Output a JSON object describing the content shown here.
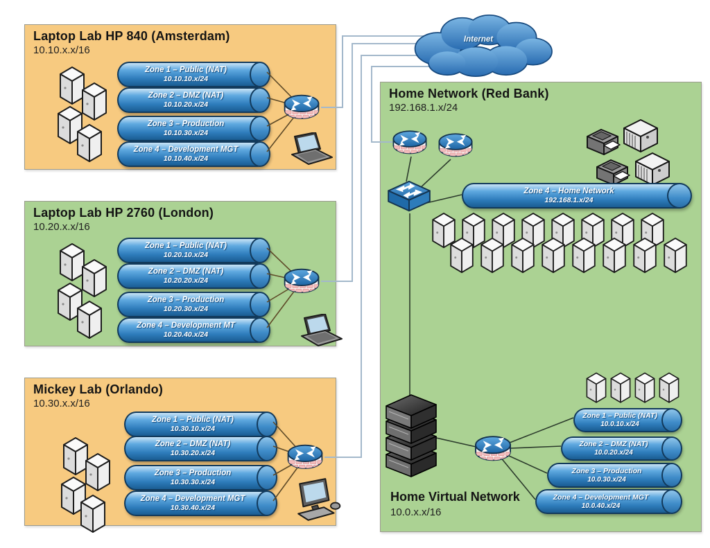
{
  "internet": {
    "label": "Internet"
  },
  "labs": [
    {
      "title": "Laptop Lab HP 840 (Amsterdam)",
      "subnet": "10.10.x.x/16",
      "box_color": "#f7ca80",
      "client_device": "laptop",
      "server_count": 4,
      "zones": [
        {
          "name": "Zone 1 – Public (NAT)",
          "subnet": "10.10.10.x/24"
        },
        {
          "name": "Zone 2 – DMZ (NAT)",
          "subnet": "10.10.20.x/24"
        },
        {
          "name": "Zone 3 – Production",
          "subnet": "10.10.30.x/24"
        },
        {
          "name": "Zone 4 – Development MGT",
          "subnet": "10.10.40.x/24"
        }
      ]
    },
    {
      "title": "Laptop Lab HP 2760 (London)",
      "subnet": "10.20.x.x/16",
      "box_color": "#abd293",
      "client_device": "laptop",
      "server_count": 4,
      "zones": [
        {
          "name": "Zone 1 – Public (NAT)",
          "subnet": "10.20.10.x/24"
        },
        {
          "name": "Zone 2 – DMZ (NAT)",
          "subnet": "10.20.20.x/24"
        },
        {
          "name": "Zone 3 – Production",
          "subnet": "10.20.30.x/24"
        },
        {
          "name": "Zone 4 – Development MT",
          "subnet": "10.20.40.x/24"
        }
      ]
    },
    {
      "title": "Mickey Lab (Orlando)",
      "subnet": "10.30.x.x/16",
      "box_color": "#f7ca80",
      "client_device": "desktop",
      "server_count": 4,
      "zones": [
        {
          "name": "Zone 1 – Public (NAT)",
          "subnet": "10.30.10.x/24"
        },
        {
          "name": "Zone 2 – DMZ (NAT)",
          "subnet": "10.30.20.x/24"
        },
        {
          "name": "Zone 3 – Production",
          "subnet": "10.30.30.x/24"
        },
        {
          "name": "Zone 4 – Development MGT",
          "subnet": "10.30.40.x/24"
        }
      ]
    }
  ],
  "home_network": {
    "title": "Home Network (Red Bank)",
    "subnet": "192.168.1.x/24",
    "box_color": "#abd293",
    "zone": {
      "name": "Zone 4 – Home Network",
      "subnet": "192.168.1.x/24"
    },
    "devices": {
      "routers": 2,
      "switches": 1,
      "printers": 2,
      "workstations": 2,
      "servers": 16
    }
  },
  "virtual_network": {
    "title": "Home Virtual Network",
    "subnet": "10.0.x.x/16",
    "devices": {
      "rack_units": 4,
      "routers": 1,
      "servers": 4
    },
    "zones": [
      {
        "name": "Zone 1 – Public (NAT)",
        "subnet": "10.0.10.x/24"
      },
      {
        "name": "Zone 2 – DMZ (NAT)",
        "subnet": "10.0.20.x/24"
      },
      {
        "name": "Zone 3 – Production",
        "subnet": "10.0.30.x/24"
      },
      {
        "name": "Zone 4 – Development MGT",
        "subnet": "10.0.40.x/24"
      }
    ]
  },
  "icons": {
    "router": "cylinder with crossed white arrows on blue top and pink brick body",
    "switch": "flat blue isometric box with white arrows",
    "tower-server": "light gray isometric tower",
    "rack-server": "stack of four dark rack units",
    "printer": "dark gray printer with paper sheet",
    "workstation": "light gray cube with vents",
    "laptop": "open laptop with blue screen",
    "desktop": "monitor, keyboard and mouse",
    "internet-cloud": "blue cloud"
  },
  "colors": {
    "lab_orange": "#f7ca80",
    "network_green": "#abd293",
    "cylinder_blue": "#2e7cbb",
    "cloud_blue": "#3f8ccc",
    "external_wire": "#a3b8cb",
    "lab_wire": "#5e4a28",
    "home_wire": "#2c3b2c"
  }
}
